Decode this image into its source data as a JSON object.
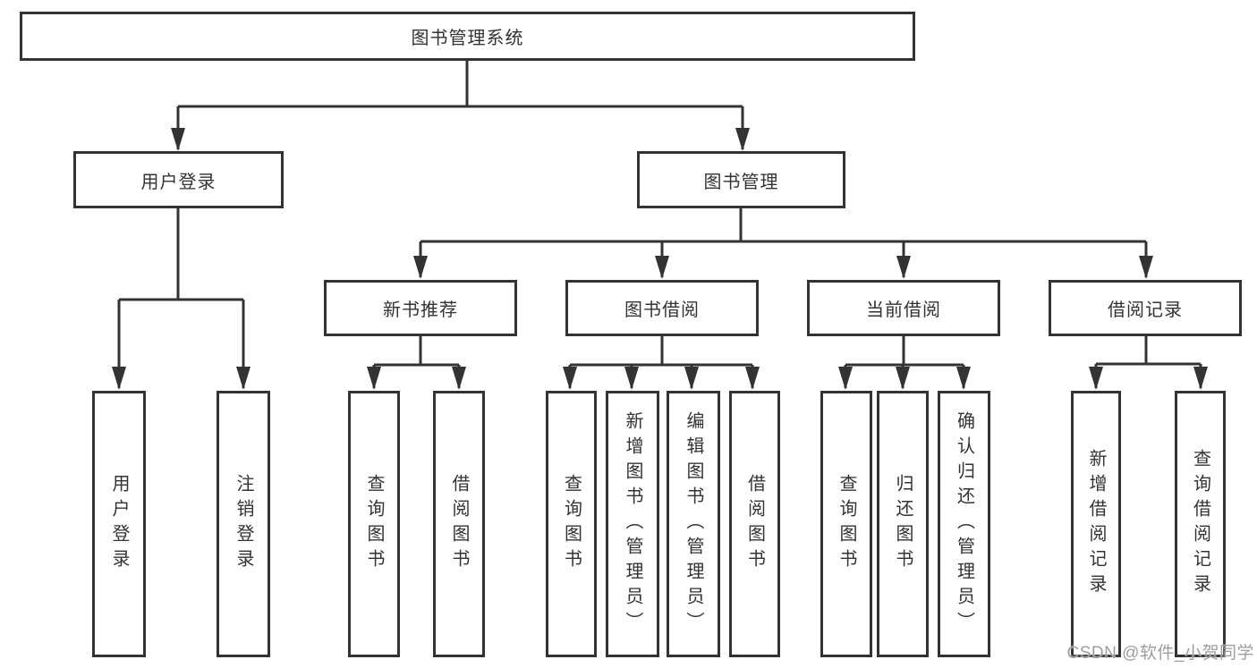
{
  "colors": {
    "line": "#333333",
    "text": "#333333",
    "watermark": "#9e9ea2",
    "background": "#ffffff"
  },
  "watermark": "CSDN @软件_小贺同学",
  "nodes": {
    "root": {
      "label": "图书管理系统"
    },
    "branches": [
      {
        "label": "用户登录",
        "children": [
          {
            "label": "用户登录"
          },
          {
            "label": "注销登录"
          }
        ]
      },
      {
        "label": "图书管理",
        "children": [
          {
            "label": "新书推荐",
            "children": [
              {
                "label": "查询图书"
              },
              {
                "label": "借阅图书"
              }
            ]
          },
          {
            "label": "图书借阅",
            "children": [
              {
                "label": "查询图书"
              },
              {
                "label": "新增图书（管理员）"
              },
              {
                "label": "编辑图书（管理员）"
              },
              {
                "label": "借阅图书"
              }
            ]
          },
          {
            "label": "当前借阅",
            "children": [
              {
                "label": "查询图书"
              },
              {
                "label": "归还图书"
              },
              {
                "label": "确认归还（管理员）"
              }
            ]
          },
          {
            "label": "借阅记录",
            "children": [
              {
                "label": "新增借阅记录"
              },
              {
                "label": "查询借阅记录"
              }
            ]
          }
        ]
      }
    ]
  }
}
